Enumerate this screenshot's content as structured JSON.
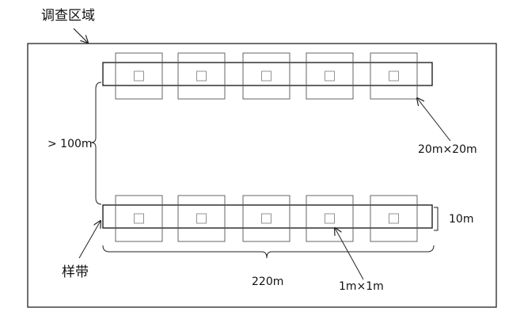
{
  "title_label": "调查区域",
  "transect_label": "样带",
  "labels": {
    "distance": "> 100m",
    "large_plot": "20m×20m",
    "width": "10m",
    "length": "220m",
    "small_plot": "1m×1m"
  },
  "transect_rows": [
    {
      "plots": [
        "plot-1",
        "plot-2",
        "plot-3",
        "plot-4",
        "plot-5"
      ]
    },
    {
      "plots": [
        "plot-1",
        "plot-2",
        "plot-3",
        "plot-4",
        "plot-5"
      ]
    }
  ],
  "colors": {
    "stroke": "#222222",
    "plot_stroke": "#555555",
    "subplot_stroke": "#888888"
  }
}
